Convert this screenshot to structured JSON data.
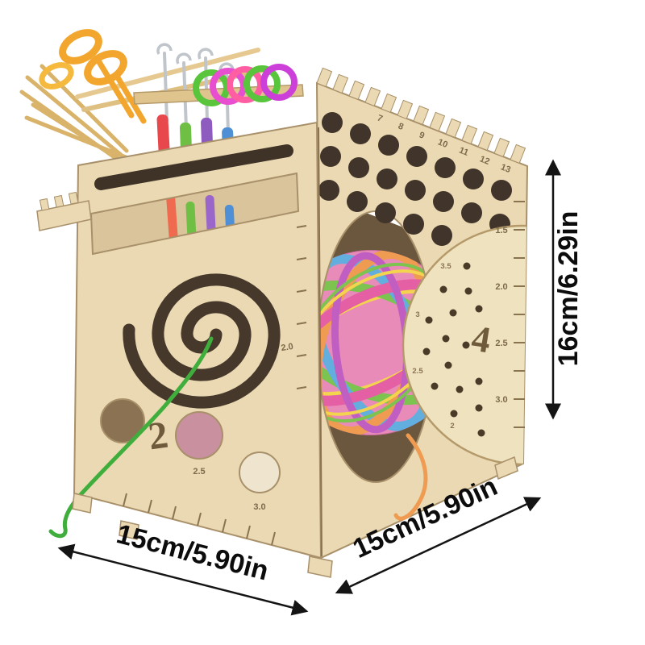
{
  "palette": {
    "background": "#ffffff",
    "wood": "#ead9b2",
    "wood_light": "#efe2bf",
    "wood_edge": "#a8906a",
    "cutout_dark": "#46382a",
    "annotation": "#141414",
    "yarn_pink": "#e98bb8",
    "yarn_yellow": "#f3d44e",
    "yarn_green": "#7cc350",
    "yarn_blue": "#62aede",
    "yarn_orange": "#ef9b52",
    "strand_green": "#3fae3c",
    "scissors_orange": "#f2a62e",
    "hook_red": "#e8474b",
    "hook_green": "#6fbf44",
    "hook_purple": "#8e5bbf",
    "hook_blue": "#4f8fd6",
    "ring_green": "#58c53c",
    "ring_magenta": "#e84fd0",
    "ring_pink": "#ff5fa2"
  },
  "dimensions": {
    "width_left": "15cm/5.90in",
    "depth_right": "15cm/5.90in",
    "height": "16cm/6.29in"
  },
  "panel_markings": {
    "left_number": "2",
    "right_number": "4",
    "left_gauge": [
      "2.0",
      "2.5",
      "3.0"
    ],
    "right_top_gauge": [
      "7",
      "8",
      "9",
      "10",
      "11",
      "12",
      "13"
    ],
    "right_side_gauge": [
      "1.5",
      "2.0",
      "2.5",
      "3.0"
    ],
    "arc_gauge": [
      "2",
      "2.5",
      "3",
      "3.5"
    ]
  }
}
